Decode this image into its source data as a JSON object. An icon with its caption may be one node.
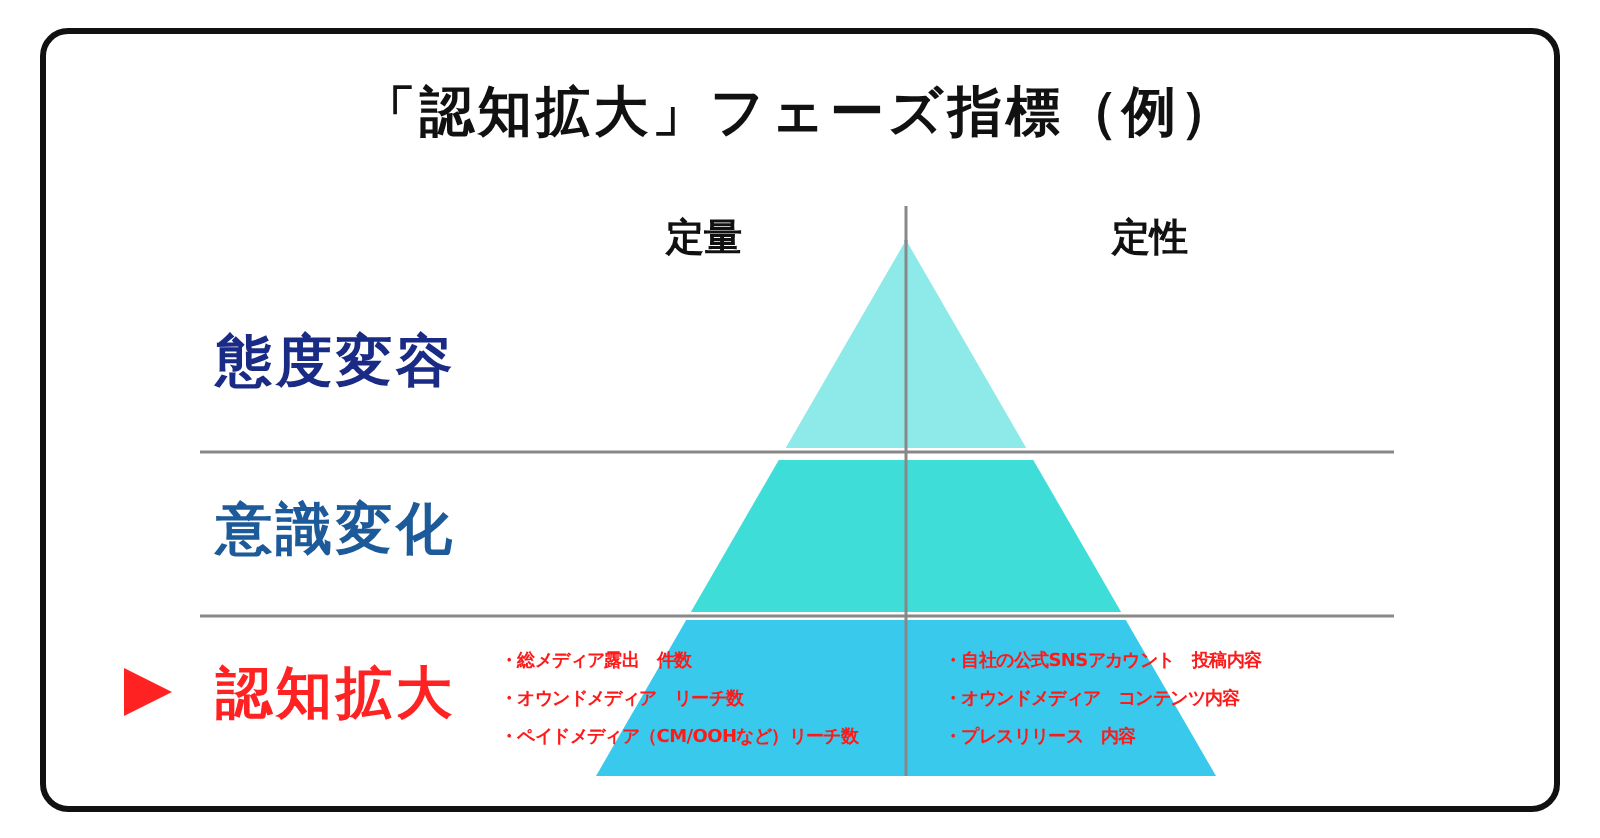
{
  "diagram": {
    "title": "「認知拡大」フェーズ指標（例）",
    "nodes": [
      {
        "text": [],
        "shape": "triangle"
      },
      {
        "text": [],
        "shape": "trapezoid"
      },
      {
        "text": [
          "・総メディア露出　件数",
          "・オウンドメディア　リーチ数",
          "・ペイドメディア（CM/OOHなど）リーチ数",
          "・自社の公式SNSアカウント　投稿内容",
          "・オウンドメディア　コンテンツ内容",
          "・プレスリリース　内容"
        ]
      }
    ],
    "labels": [
      "定量",
      "定性",
      "態度変容",
      "意識変化",
      "認知拡大"
    ]
  }
}
